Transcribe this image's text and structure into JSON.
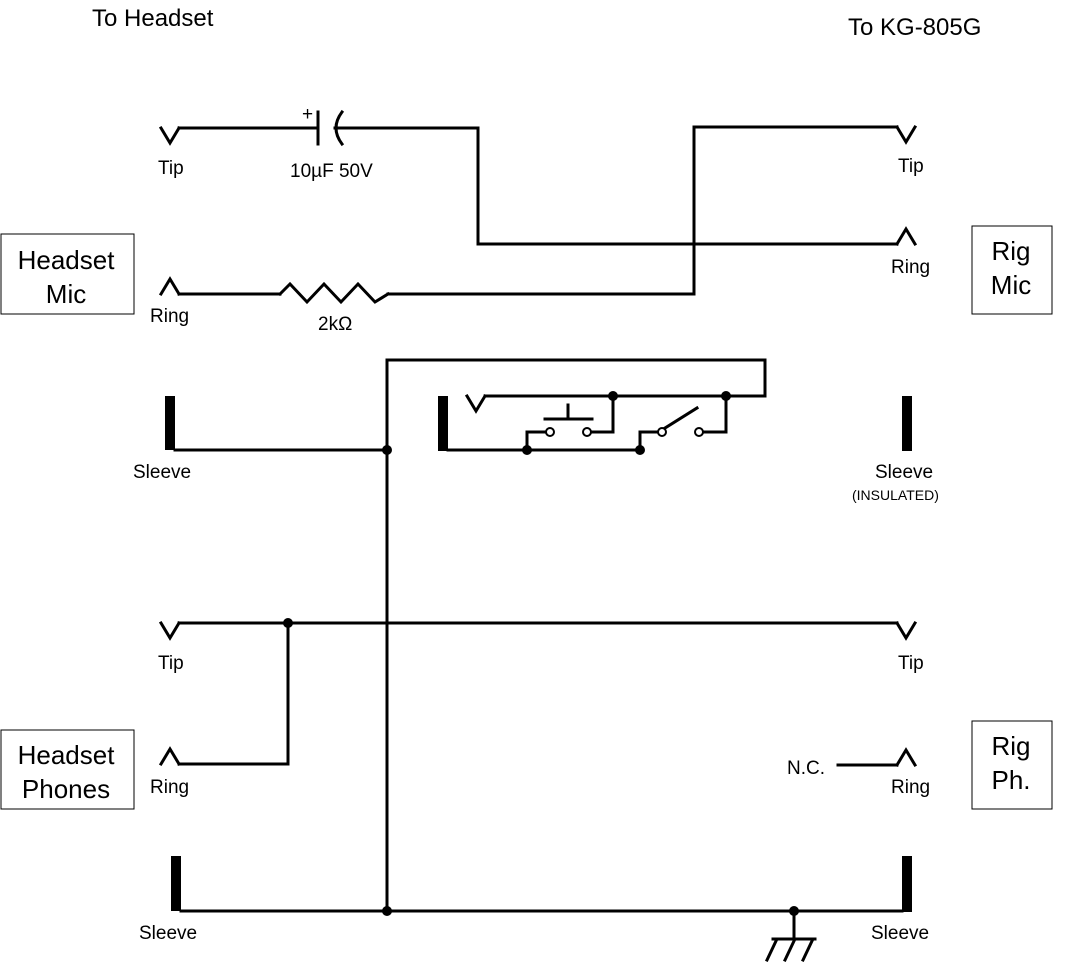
{
  "headings": {
    "left": "To Headset",
    "right": "To KG-805G"
  },
  "boxes": {
    "headset_mic": [
      "Headset",
      "Mic"
    ],
    "rig_mic": [
      "Rig",
      "Mic"
    ],
    "headset_phones": [
      "Headset",
      "Phones"
    ],
    "rig_phones": [
      "Rig",
      "Ph."
    ]
  },
  "pins": {
    "tip": "Tip",
    "ring": "Ring",
    "sleeve": "Sleeve",
    "insulated": "(INSULATED)",
    "no_connect": "N.C."
  },
  "components": {
    "capacitor": "10µF 50V",
    "capacitor_polarity": "+",
    "resistor": "2kΩ"
  }
}
